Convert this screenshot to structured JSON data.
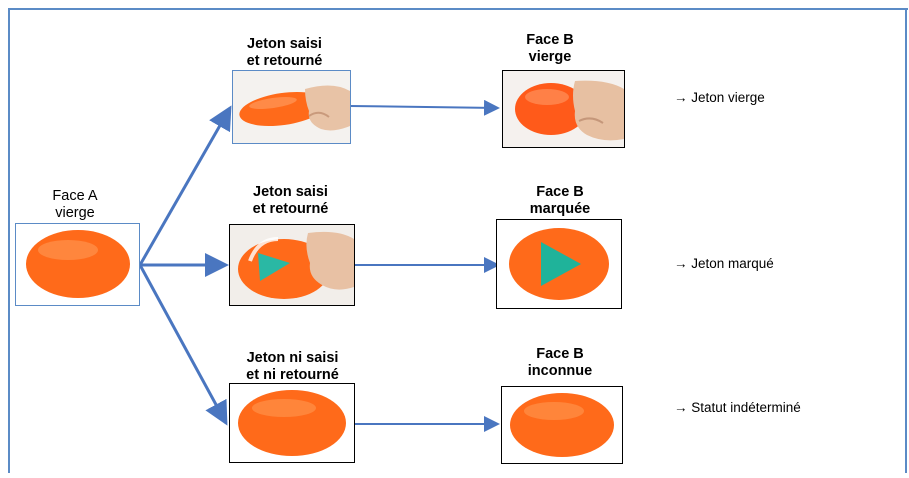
{
  "face_a": {
    "line1": "Face A",
    "line2": "vierge"
  },
  "top_grab": {
    "line1": "Jeton saisi",
    "line2": "et retourné"
  },
  "mid_grab": {
    "line1": "Jeton saisi",
    "line2": "et retourné"
  },
  "bot_grab": {
    "line1": "Jeton ni saisi",
    "line2": "et ni retourné"
  },
  "face_b_top": {
    "line1": "Face B",
    "line2": "vierge"
  },
  "face_b_mid": {
    "line1": "Face B",
    "line2": "marquée"
  },
  "face_b_bot": {
    "line1": "Face B",
    "line2": "inconnue"
  },
  "results": {
    "top": "→ Jeton vierge",
    "mid": "→ Jeton marqué",
    "bot": "→ Statut indéterminé"
  },
  "colors": {
    "token": "#ff6a1a",
    "token_highlight": "#ffb27a",
    "marker": "#1fb39a",
    "arrow": "#4a76c0",
    "frame": "#5b8bc6"
  }
}
